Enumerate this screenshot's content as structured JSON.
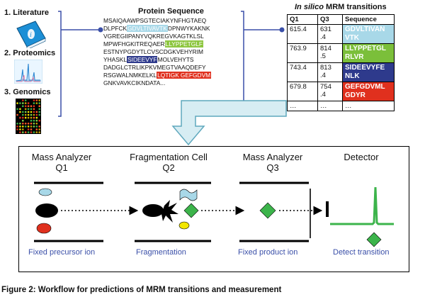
{
  "sources": [
    {
      "number": "1.",
      "label": "Literature",
      "icon": "book-icon"
    },
    {
      "number": "2.",
      "label": "Proteomics",
      "icon": "spectrum-icon"
    },
    {
      "number": "3.",
      "label": "Genomics",
      "icon": "microarray-icon"
    }
  ],
  "protein": {
    "title": "Protein Sequence",
    "lines": [
      [
        {
          "t": "MSAIQAAWPSGTECIAKYNFHGTAEQ"
        }
      ],
      [
        {
          "t": "DLPFCK"
        },
        {
          "t": "GDVLTIVAVTK",
          "hl": "#a8d8e8"
        },
        {
          "t": "DPNWYKAKNK"
        }
      ],
      [
        {
          "t": "VGREGIIPANYVQKREGVKAGTKLSL"
        }
      ],
      [
        {
          "t": "MPWFHGKITREQAER"
        },
        {
          "t": "LLYPPETGLF",
          "hl": "#8dc63f"
        }
      ],
      [
        {
          "t": "ESTNYPGDYTLCVSCDGKVEHYRIM"
        }
      ],
      [
        {
          "t": "YHASKL"
        },
        {
          "t": "SIDEEVYF",
          "hl": "#2e3a8c"
        },
        {
          "t": "MOLVEHYTS"
        }
      ],
      [
        {
          "t": "DADGLCTRLIKPKVMEGTVAAQDEFY"
        }
      ],
      [
        {
          "t": "RSGWALNMKELKL"
        },
        {
          "t": "LQTIGK",
          "hl": "#e0301e"
        },
        {
          "t": "GEFGDVM",
          "hl": "#e0301e"
        }
      ],
      [
        {
          "t": "GNKVAVKCIKNDATA..."
        }
      ]
    ]
  },
  "mrm": {
    "title_italic": "In silico",
    "title_rest": " MRM transitions",
    "headers": [
      "Q1",
      "Q3",
      "Sequence"
    ],
    "rows": [
      {
        "q1": "615.4",
        "q3": "631\n.4",
        "seq": "GDVLTIVAN\nVTK",
        "color": "#a8d8e8"
      },
      {
        "q1": "763.9",
        "q3": "814\n.5",
        "seq": "LLYPPETGL\nRLVR",
        "color": "#7bbf3a"
      },
      {
        "q1": "743.4",
        "q3": "813\n.4",
        "seq": "SIDEEVYFE\nNLK",
        "color": "#2e3a8c"
      },
      {
        "q1": "679.8",
        "q3": "754\n.4",
        "seq": "GEFGDVML\nGDYR",
        "color": "#e0301e"
      },
      {
        "q1": "…",
        "q3": "…",
        "seq": "…",
        "color": "#ffffff"
      }
    ]
  },
  "stages": [
    {
      "title": "Mass Analyzer\nQ1",
      "caption": "Fixed precursor ion"
    },
    {
      "title": "Fragmentation Cell\nQ2",
      "caption": "Fragmentation"
    },
    {
      "title": "Mass Analyzer\nQ3",
      "caption": "Fixed product ion"
    },
    {
      "title": "Detector",
      "caption": "Detect transition"
    }
  ],
  "caption": "Figure 2: Workflow for predictions of MRM transitions and measurement",
  "colors": {
    "cyan": "#a8d8e8",
    "green": "#7bbf3a",
    "navy": "#2e3a8c",
    "red": "#e0301e",
    "yellow": "#f2e600",
    "connector": "#3a4fa8",
    "arrow_fill": "#d7edf3",
    "arrow_stroke": "#5fa8bd"
  }
}
